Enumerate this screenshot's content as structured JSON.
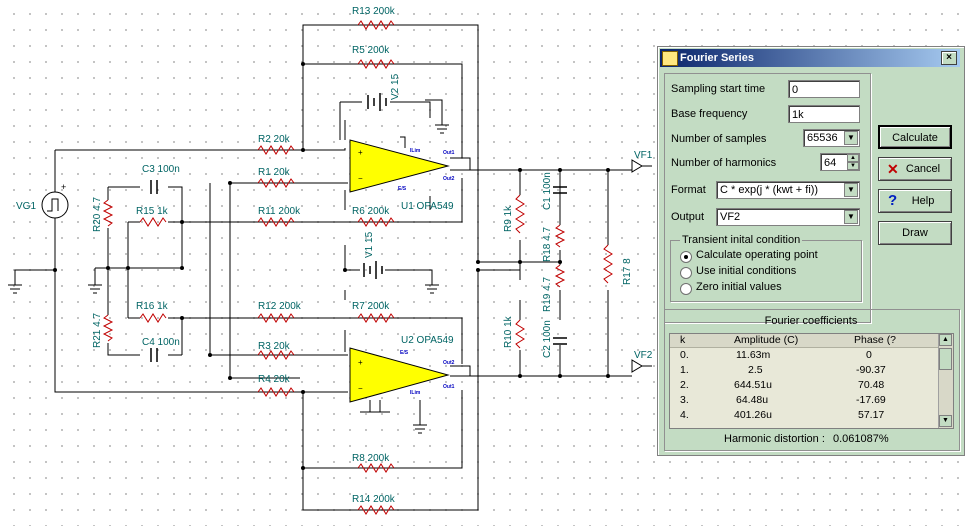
{
  "schematic": {
    "components": {
      "r13": "R13 200k",
      "r5": "R5 200k",
      "v2": "V2 15",
      "r2": "R2 20k",
      "r1": "R1 20k",
      "u1": "U1 OPA549",
      "c3": "C3 100n",
      "r20": "R20 4.7",
      "r15": "R15 1k",
      "vg1": "VG1",
      "r11": "R11 200k",
      "r6": "R6 200k",
      "v1": "V1 15",
      "r16": "R16 1k",
      "r21": "R21 4.7",
      "c4": "C4 100n",
      "r12": "R12 200k",
      "r7": "R7 200k",
      "r3": "R3 20k",
      "r4": "R4 20k",
      "u2": "U2 OPA549",
      "r8": "R8 200k",
      "r14": "R14 200k",
      "r9": "R9 1k",
      "r10": "R10 1k",
      "c1": "C1 100n",
      "c2": "C2 100n",
      "r18": "R18 4.7",
      "r19": "R19 4.7",
      "r17": "R17 8",
      "vf1": "VF1",
      "vf2": "VF2"
    },
    "pins": {
      "ilim": "ILim",
      "es": "E/S",
      "out1": "Out1",
      "out2": "Out2"
    }
  },
  "dialog": {
    "title": "Fourier Series",
    "close_label": "×",
    "fields": {
      "sampling_start_label": "Sampling start time",
      "sampling_start_value": "0",
      "base_freq_label": "Base frequency",
      "base_freq_value": "1k",
      "num_samples_label": "Number of samples",
      "num_samples_value": "65536",
      "num_harmonics_label": "Number of harmonics",
      "num_harmonics_value": "64",
      "format_label": "Format",
      "format_value": "C * exp(j * (kwt + fi))",
      "output_label": "Output",
      "output_value": "VF2"
    },
    "transient": {
      "legend": "Transient inital condition",
      "options": [
        "Calculate operating point",
        "Use initial conditions",
        "Zero initial values"
      ],
      "selected": 0
    },
    "buttons": {
      "calculate": "Calculate",
      "cancel": "Cancel",
      "help": "Help",
      "draw": "Draw"
    },
    "coefficients": {
      "legend": "Fourier coefficients",
      "headers": [
        "k",
        "Amplitude (C)",
        "Phase (?"
      ],
      "rows": [
        [
          "0.",
          "11.63m",
          "0"
        ],
        [
          "1.",
          "2.5",
          "-90.37"
        ],
        [
          "2.",
          "644.51u",
          "70.48"
        ],
        [
          "3.",
          "64.48u",
          "-17.69"
        ],
        [
          "4.",
          "401.26u",
          "57.17"
        ]
      ],
      "distortion_label": "Harmonic distortion :",
      "distortion_value": "0.061087%"
    }
  }
}
